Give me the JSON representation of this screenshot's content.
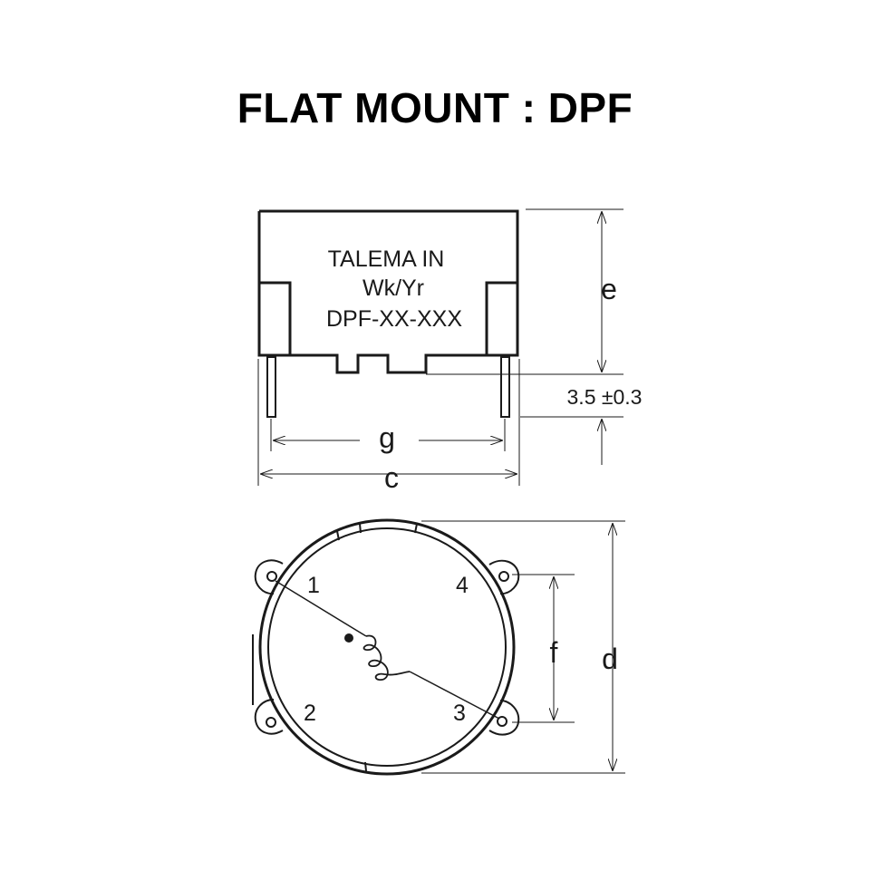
{
  "title": "FLAT MOUNT : DPF",
  "front_view": {
    "marking_lines": [
      "TALEMA IN",
      "Wk/Yr",
      "DPF-XX-XXX"
    ],
    "dimensions": {
      "e": "e",
      "lead_length": "3.5 ±0.3",
      "g": "g",
      "c": "c"
    }
  },
  "top_view": {
    "pins": [
      "1",
      "2",
      "3",
      "4"
    ],
    "dimensions": {
      "f": "f",
      "d": "d"
    }
  },
  "colors": {
    "line": "#1a1a1a",
    "background": "#ffffff"
  }
}
